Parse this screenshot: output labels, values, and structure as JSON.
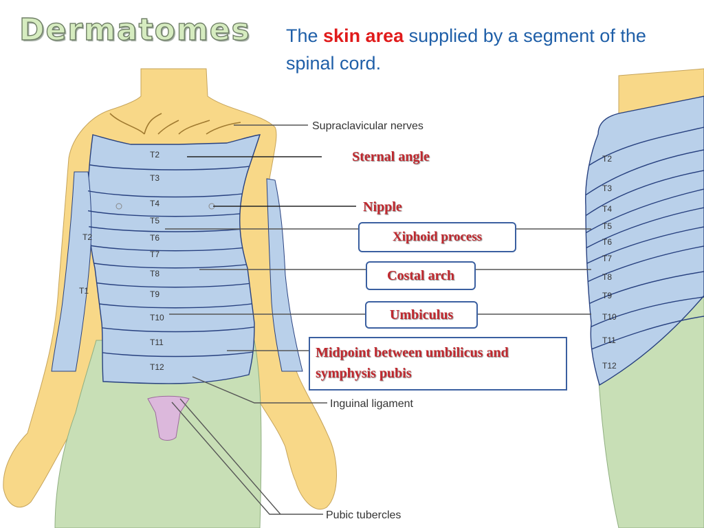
{
  "title": "Dermatomes",
  "subtitle": {
    "pre": "The ",
    "highlight": "skin area",
    "post": " supplied by a segment of the spinal cord."
  },
  "figure_labels": {
    "supraclavicular": "Supraclavicular nerves",
    "inguinal": "Inguinal ligament",
    "pubic": "Pubic tubercles",
    "t1": "T1",
    "t2_arm": "T2"
  },
  "front_levels": [
    "T2",
    "T3",
    "T4",
    "T5",
    "T6",
    "T7",
    "T8",
    "T9",
    "T10",
    "T11",
    "T12"
  ],
  "side_levels": [
    "T2",
    "T3",
    "T4",
    "T5",
    "T6",
    "T7",
    "T8",
    "T9",
    "T10",
    "T11",
    "T12"
  ],
  "callouts": {
    "sternal_angle": "Sternal angle",
    "nipple": "Nipple",
    "xiphoid": "Xiphoid process",
    "costal_arch": "Costal arch",
    "umbilicus": "Umbiculus",
    "midpoint": "Midpoint between umbilicus and symphysis pubis"
  },
  "colors": {
    "cervical_yellow": "#f8d888",
    "thoracic_blue": "#b9d0ea",
    "lumbar_green": "#c8dfb6",
    "genital_pink": "#dcb8dc",
    "band_line": "#27407f",
    "callout_red": "#c0292f",
    "subtitle_blue": "#1f5fa8",
    "highlight_red": "#e01b1b"
  }
}
